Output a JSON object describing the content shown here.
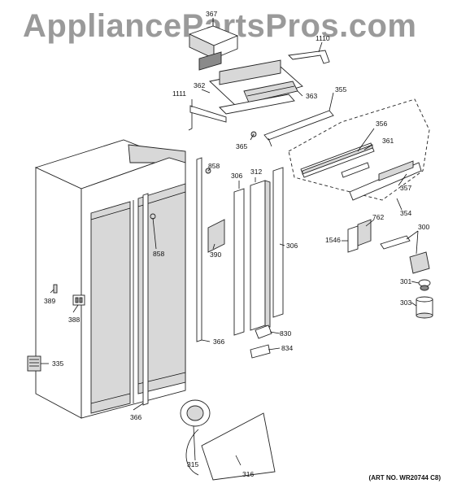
{
  "watermark": "AppliancePartsPros.com",
  "art_number": "(ART NO. WR20744 C8)",
  "callouts": {
    "c367": "367",
    "c1110": "1110",
    "c362": "362",
    "c355": "355",
    "c1111": "1111",
    "c363": "363",
    "c356": "356",
    "c361": "361",
    "c365": "365",
    "c858a": "858",
    "c306a": "306",
    "c312": "312",
    "c357": "357",
    "c354": "354",
    "c762": "762",
    "c300": "300",
    "c1546": "1546",
    "c306b": "306",
    "c858b": "858",
    "c390": "390",
    "c301": "301",
    "c389": "389",
    "c303": "303",
    "c388": "388",
    "c830": "830",
    "c834": "834",
    "c366a": "366",
    "c335": "335",
    "c366b": "366",
    "c315": "315",
    "c316": "316"
  }
}
